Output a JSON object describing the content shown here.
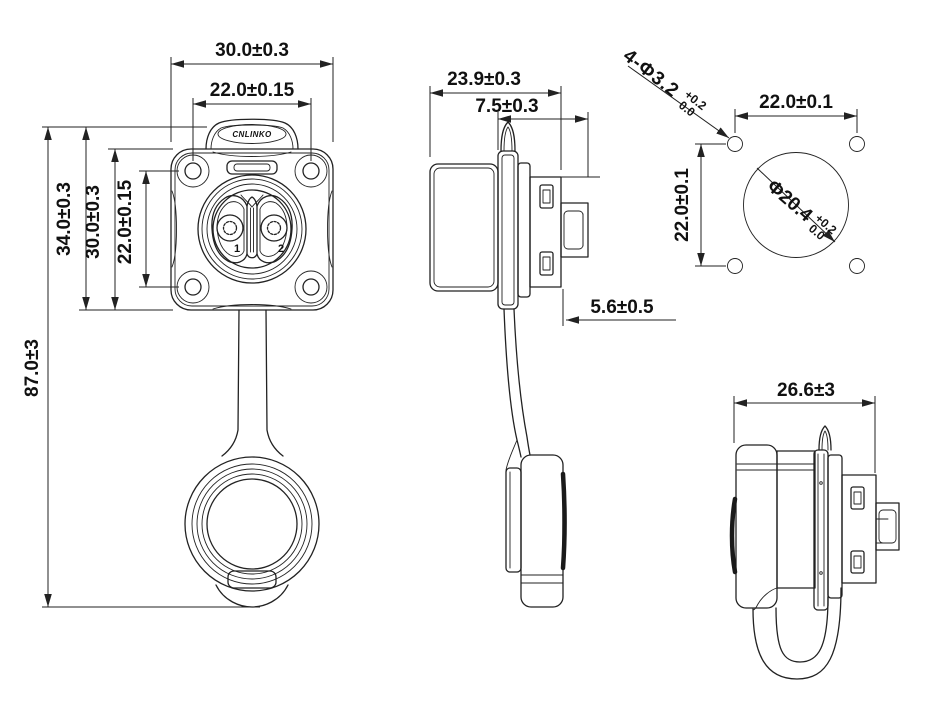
{
  "brand": {
    "logo": "CNLINKO"
  },
  "pins": {
    "pin1": "1",
    "pin2": "2"
  },
  "front": {
    "width": "30.0±0.3",
    "hole_pitch_h": "22.0±0.15",
    "overall_height": "34.0±0.3",
    "flange_height": "30.0±0.3",
    "hole_pitch_v": "22.0±0.15",
    "total_length": "87.0±3"
  },
  "side": {
    "depth": "23.9±0.3",
    "front_depth": "7.5±0.3",
    "rear_gap": "5.6±0.5"
  },
  "cutout": {
    "holes_callout": "4-Φ3.2",
    "holes_tol_upper": "+0.2",
    "holes_tol_lower": "0.0",
    "pitch_h": "22.0±0.1",
    "pitch_v": "22.0±0.1",
    "diameter": "Φ20.4",
    "diameter_tol_upper": "+0.2",
    "diameter_tol_lower": "0.0"
  },
  "capped": {
    "width": "26.6±3"
  },
  "colors": {
    "line": "#222222",
    "background": "#ffffff"
  }
}
